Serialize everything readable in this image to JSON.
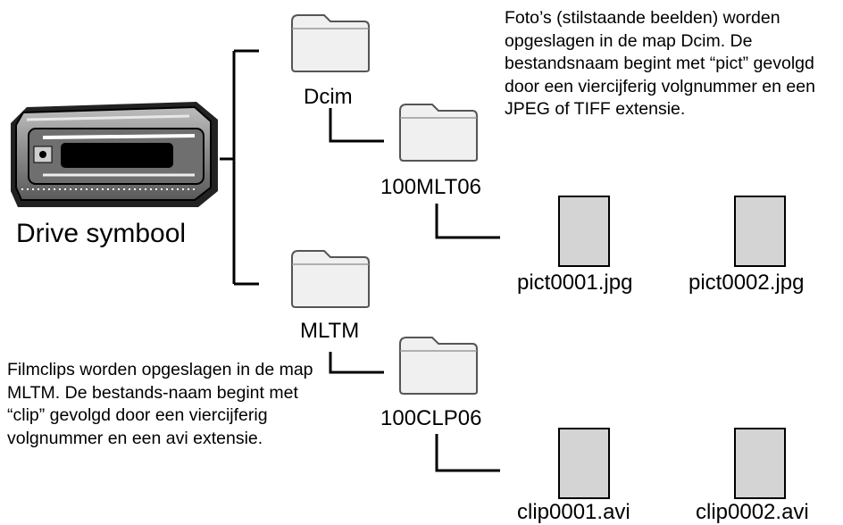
{
  "drive": {
    "label": "Drive symbool",
    "icon": "drive-icon"
  },
  "folders": {
    "dcim": "Dcim",
    "mlt": "100MLT06",
    "mltm": "MLTM",
    "clp": "100CLP06"
  },
  "files": {
    "pict1": "pict0001.jpg",
    "pict2": "pict0002.jpg",
    "clip1": "clip0001.avi",
    "clip2": "clip0002.avi"
  },
  "notes": {
    "photos": "Foto’s (stilstaande beelden) worden opgeslagen in de map Dcim. De bestandsnaam begint met “pict” gevolgd door een viercijferig volgnummer en een JPEG of TIFF extensie.",
    "clips": "Filmclips worden opgeslagen in de map MLTM. De bestands-naam begint met “clip” gevolgd door een viercijferig volgnummer en een avi extensie."
  }
}
